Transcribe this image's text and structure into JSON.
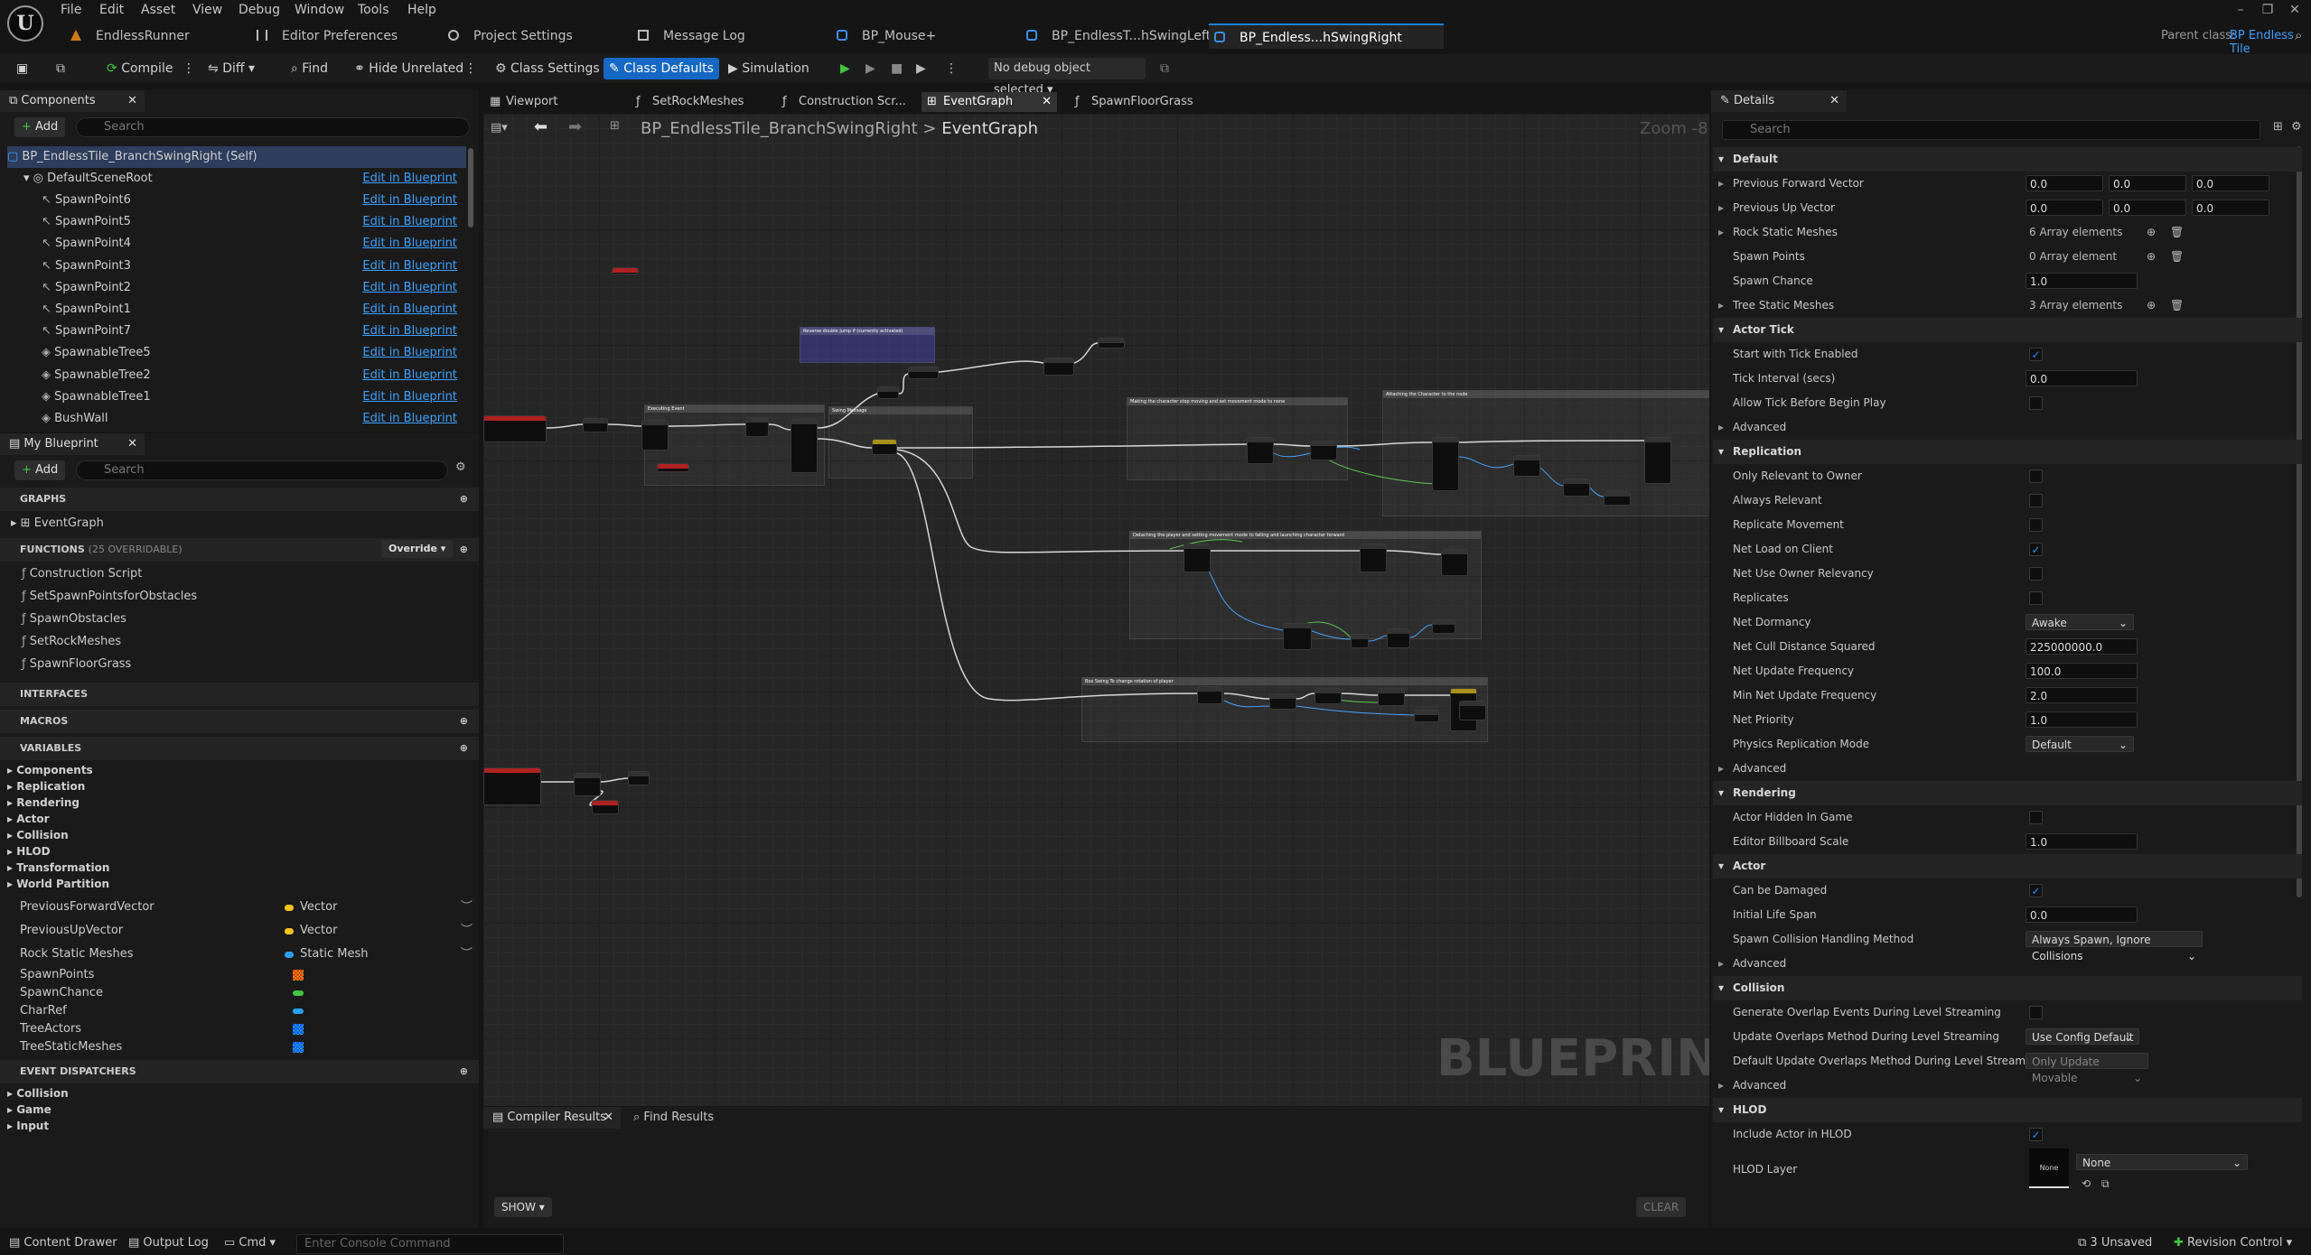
{
  "menu": [
    "File",
    "Edit",
    "Asset",
    "View",
    "Debug",
    "Window",
    "Tools",
    "Help"
  ],
  "logo_text": "U",
  "tabs": [
    "EndlessRunner",
    "Editor Preferences",
    "Project Settings",
    "Message Log",
    "BP_Mouse+",
    "BP_EndlessT...hSwingLeft",
    "BP_Endless...hSwingRight"
  ],
  "parent_class_label": "Parent class:",
  "parent_class": "BP Endless Tile",
  "toolbar": {
    "compile": "Compile",
    "diff": "Diff",
    "find": "Find",
    "hide_unrelated": "Hide Unrelated",
    "class_settings": "Class Settings",
    "class_defaults": "Class Defaults",
    "simulation": "Simulation",
    "debug_object": "No debug object selected"
  },
  "components": {
    "tab": "Components",
    "add": "Add",
    "search": "Search",
    "self": "BP_EndlessTile_BranchSwingRight (Self)",
    "root": "DefaultSceneRoot",
    "link": "Edit in Blueprint",
    "items": [
      "SpawnPoint6",
      "SpawnPoint5",
      "SpawnPoint4",
      "SpawnPoint3",
      "SpawnPoint2",
      "SpawnPoint1",
      "SpawnPoint7",
      "SpawnableTree5",
      "SpawnableTree2",
      "SpawnableTree1",
      "BushWall"
    ]
  },
  "my_blueprint": {
    "tab": "My Blueprint",
    "add": "Add",
    "search": "Search",
    "graphs": "GRAPHS",
    "event_graph": "EventGraph",
    "functions": "FUNCTIONS",
    "functions_count": "(25 OVERRIDABLE)",
    "override": "Override",
    "function_items": [
      "Construction Script",
      "SetSpawnPointsforObstacles",
      "SpawnObstacles",
      "SetRockMeshes",
      "SpawnFloorGrass"
    ],
    "interfaces": "INTERFACES",
    "macros": "MACROS",
    "variables": "VARIABLES",
    "var_categories": [
      "Components",
      "Replication",
      "Rendering",
      "Actor",
      "Collision",
      "HLOD",
      "Transformation",
      "World Partition"
    ],
    "vars": [
      {
        "name": "PreviousForwardVector",
        "type": "Vector",
        "color": "#f5c518"
      },
      {
        "name": "PreviousUpVector",
        "type": "Vector",
        "color": "#f5c518"
      },
      {
        "name": "Rock Static Meshes",
        "type": "Static Mesh",
        "color": "#28a0ff"
      },
      {
        "name": "SpawnPoints",
        "type": "",
        "color": "#f08a00"
      },
      {
        "name": "SpawnChance",
        "type": "",
        "color": "#3ec93e"
      },
      {
        "name": "CharRef",
        "type": "",
        "color": "#28a0ff"
      },
      {
        "name": "TreeActors",
        "type": "",
        "color": "#28a0ff"
      },
      {
        "name": "TreeStaticMeshes",
        "type": "",
        "color": "#28a0ff"
      }
    ],
    "event_dispatchers": "EVENT DISPATCHERS",
    "dispatcher_cats": [
      "Collision",
      "Game",
      "Input"
    ]
  },
  "graph": {
    "tabs": [
      "Viewport",
      "SetRockMeshes",
      "Construction Scr...",
      "EventGraph",
      "SpawnFloorGrass"
    ],
    "breadcrumb_bp": "BP_EndlessTile_BranchSwingRight",
    "breadcrumb_sep": ">",
    "breadcrumb_graph": "EventGraph",
    "zoom": "Zoom -8",
    "watermark": "BLUEPRINT",
    "comments": [
      "Reverse double jump if (currently activated)",
      "Making the character stop moving and set movement mode to none",
      "Attaching the Character to the node",
      "Detaching the player and setting movement mode to falling and launching character forward",
      "Box Swing To change rotation of player",
      "Executing Event",
      "Swing Message"
    ]
  },
  "bottom": {
    "compiler": "Compiler Results",
    "find": "Find Results",
    "show": "SHOW",
    "clear": "CLEAR"
  },
  "details": {
    "tab": "Details",
    "search": "Search",
    "default_hdr": "Default",
    "prev_fwd": "Previous Forward Vector",
    "prev_up": "Previous Up Vector",
    "vec_vals": [
      "0.0",
      "0.0",
      "0.0"
    ],
    "rock": "Rock Static Meshes",
    "rock_val": "6 Array elements",
    "spawn_points": "Spawn Points",
    "spawn_points_val": "0 Array element",
    "spawn_chance": "Spawn Chance",
    "spawn_chance_val": "1.0",
    "tree": "Tree Static Meshes",
    "tree_val": "3 Array elements",
    "tick_hdr": "Actor Tick",
    "start_tick": "Start with Tick Enabled",
    "tick_interval": "Tick Interval (secs)",
    "tick_interval_val": "0.0",
    "allow_tick": "Allow Tick Before Begin Play",
    "advanced": "Advanced",
    "repl_hdr": "Replication",
    "only_relevant": "Only Relevant to Owner",
    "always_relevant": "Always Relevant",
    "replicate_movement": "Replicate Movement",
    "net_load": "Net Load on Client",
    "net_owner": "Net Use Owner Relevancy",
    "replicates": "Replicates",
    "net_dormancy": "Net Dormancy",
    "net_dormancy_val": "Awake",
    "net_cull": "Net Cull Distance Squared",
    "net_cull_val": "225000000.0",
    "net_update": "Net Update Frequency",
    "net_update_val": "100.0",
    "min_net": "Min Net Update Frequency",
    "min_net_val": "2.0",
    "net_priority": "Net Priority",
    "net_priority_val": "1.0",
    "phys_repl": "Physics Replication Mode",
    "phys_repl_val": "Default",
    "render_hdr": "Rendering",
    "hidden": "Actor Hidden In Game",
    "billboard": "Editor Billboard Scale",
    "billboard_val": "1.0",
    "actor_hdr": "Actor",
    "can_damage": "Can be Damaged",
    "life_span": "Initial Life Span",
    "life_span_val": "0.0",
    "spawn_coll": "Spawn Collision Handling Method",
    "spawn_coll_val": "Always Spawn, Ignore Collisions",
    "coll_hdr": "Collision",
    "gen_overlap": "Generate Overlap Events During Level Streaming",
    "update_overlap": "Update Overlaps Method During Level Streaming",
    "update_overlap_val": "Use Config Default",
    "default_overlap": "Default Update Overlaps Method During Level Streaming",
    "default_overlap_val": "Only Update Movable",
    "hlod_hdr": "HLOD",
    "include_hlod": "Include Actor in HLOD",
    "hlod_layer": "HLOD Layer",
    "hlod_none": "None",
    "hlod_thumb": "None"
  },
  "status": {
    "content_drawer": "Content Drawer",
    "output_log": "Output Log",
    "cmd": "Cmd",
    "console": "Enter Console Command",
    "unsaved": "3 Unsaved",
    "revision": "Revision Control"
  }
}
